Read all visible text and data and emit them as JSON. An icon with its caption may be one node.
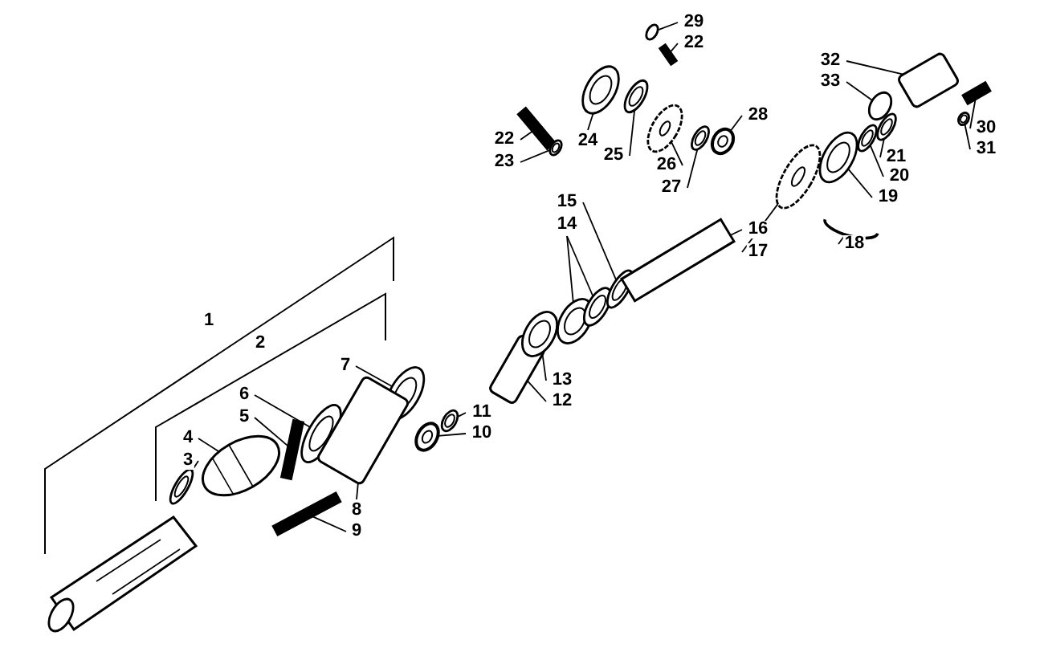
{
  "diagram": {
    "nodes": [
      {
        "text": [
          "1"
        ]
      },
      {
        "text": [
          "2"
        ]
      },
      {
        "text": [
          "3"
        ]
      },
      {
        "text": [
          "4"
        ]
      },
      {
        "text": [
          "5"
        ]
      },
      {
        "text": [
          "6"
        ]
      },
      {
        "text": [
          "7"
        ]
      },
      {
        "text": [
          "8"
        ]
      },
      {
        "text": [
          "9"
        ]
      },
      {
        "text": [
          "10"
        ]
      },
      {
        "text": [
          "11"
        ]
      },
      {
        "text": [
          "12"
        ]
      },
      {
        "text": [
          "13"
        ]
      },
      {
        "text": [
          "14"
        ]
      },
      {
        "text": [
          "15"
        ]
      },
      {
        "text": [
          "16"
        ]
      },
      {
        "text": [
          "17"
        ]
      },
      {
        "text": [
          "18"
        ]
      },
      {
        "text": [
          "19"
        ]
      },
      {
        "text": [
          "20"
        ]
      },
      {
        "text": [
          "21"
        ]
      },
      {
        "text": [
          "22"
        ]
      },
      {
        "text": [
          "22"
        ]
      },
      {
        "text": [
          "23"
        ]
      },
      {
        "text": [
          "24"
        ]
      },
      {
        "text": [
          "25"
        ]
      },
      {
        "text": [
          "26"
        ]
      },
      {
        "text": [
          "27"
        ]
      },
      {
        "text": [
          "28"
        ]
      },
      {
        "text": [
          "29"
        ]
      },
      {
        "text": [
          "30"
        ]
      },
      {
        "text": [
          "31"
        ]
      },
      {
        "text": [
          "32"
        ]
      },
      {
        "text": [
          "33"
        ]
      },
      {
        "text": [],
        "shape": "ring"
      },
      {
        "text": [],
        "shape": "boot"
      },
      {
        "text": [],
        "shape": "bar"
      },
      {
        "text": [],
        "shape": "ring"
      },
      {
        "text": [],
        "shape": "ring"
      },
      {
        "text": [],
        "shape": "plate"
      },
      {
        "text": [],
        "shape": "bolt"
      },
      {
        "text": [],
        "shape": "nut"
      },
      {
        "text": [],
        "shape": "ring"
      },
      {
        "text": [],
        "shape": "plate"
      },
      {
        "text": [],
        "shape": "ring"
      },
      {
        "text": [],
        "shape": "ring"
      },
      {
        "text": [],
        "shape": "ring"
      },
      {
        "text": [],
        "shape": "ring"
      },
      {
        "text": [],
        "shape": "shaft"
      },
      {
        "text": [],
        "shape": "gear"
      },
      {
        "text": [],
        "shape": "clip"
      },
      {
        "text": [],
        "shape": "ring"
      },
      {
        "text": [],
        "shape": "ring"
      },
      {
        "text": [],
        "shape": "ring"
      },
      {
        "text": [],
        "shape": "bolt"
      },
      {
        "text": [],
        "shape": "bolt"
      },
      {
        "text": [],
        "shape": "ring"
      },
      {
        "text": [],
        "shape": "ring"
      },
      {
        "text": [],
        "shape": "ring"
      },
      {
        "text": [],
        "shape": "gear"
      },
      {
        "text": [],
        "shape": "ring"
      },
      {
        "text": [],
        "shape": "nut"
      },
      {
        "text": [],
        "shape": "disc"
      },
      {
        "text": [],
        "shape": "bolt"
      },
      {
        "text": [],
        "shape": "ring"
      },
      {
        "text": [],
        "shape": "plate"
      },
      {
        "text": [],
        "shape": "disc"
      }
    ],
    "edges": [
      {
        "from": 2,
        "to": 34,
        "arrow": "none"
      },
      {
        "from": 3,
        "to": 35,
        "arrow": "none"
      },
      {
        "from": 4,
        "to": 36,
        "arrow": "none"
      },
      {
        "from": 5,
        "to": 37,
        "arrow": "none"
      },
      {
        "from": 6,
        "to": 38,
        "arrow": "none"
      },
      {
        "from": 7,
        "to": 39,
        "arrow": "none"
      },
      {
        "from": 8,
        "to": 40,
        "arrow": "none"
      },
      {
        "from": 9,
        "to": 41,
        "arrow": "none"
      },
      {
        "from": 10,
        "to": 42,
        "arrow": "none"
      },
      {
        "from": 11,
        "to": 43,
        "arrow": "none"
      },
      {
        "from": 12,
        "to": 44,
        "arrow": "none"
      },
      {
        "from": 13,
        "to": 45,
        "arrow": "none"
      },
      {
        "from": 13,
        "to": 46,
        "arrow": "none"
      },
      {
        "from": 14,
        "to": 47,
        "arrow": "none"
      },
      {
        "from": 15,
        "to": 48,
        "arrow": "none"
      },
      {
        "from": 16,
        "to": 49,
        "arrow": "none"
      },
      {
        "from": 17,
        "to": 50,
        "arrow": "none"
      },
      {
        "from": 18,
        "to": 51,
        "arrow": "none"
      },
      {
        "from": 19,
        "to": 52,
        "arrow": "none"
      },
      {
        "from": 20,
        "to": 53,
        "arrow": "none"
      },
      {
        "from": 21,
        "to": 54,
        "arrow": "none"
      },
      {
        "from": 22,
        "to": 55,
        "arrow": "none"
      },
      {
        "from": 23,
        "to": 56,
        "arrow": "none"
      },
      {
        "from": 24,
        "to": 57,
        "arrow": "none"
      },
      {
        "from": 25,
        "to": 58,
        "arrow": "none"
      },
      {
        "from": 26,
        "to": 59,
        "arrow": "none"
      },
      {
        "from": 27,
        "to": 60,
        "arrow": "none"
      },
      {
        "from": 28,
        "to": 61,
        "arrow": "none"
      },
      {
        "from": 29,
        "to": 62,
        "arrow": "none"
      },
      {
        "from": 30,
        "to": 63,
        "arrow": "none"
      },
      {
        "from": 31,
        "to": 64,
        "arrow": "none"
      },
      {
        "from": 32,
        "to": 65,
        "arrow": "none"
      },
      {
        "from": 33,
        "to": 66,
        "arrow": "none"
      }
    ]
  }
}
